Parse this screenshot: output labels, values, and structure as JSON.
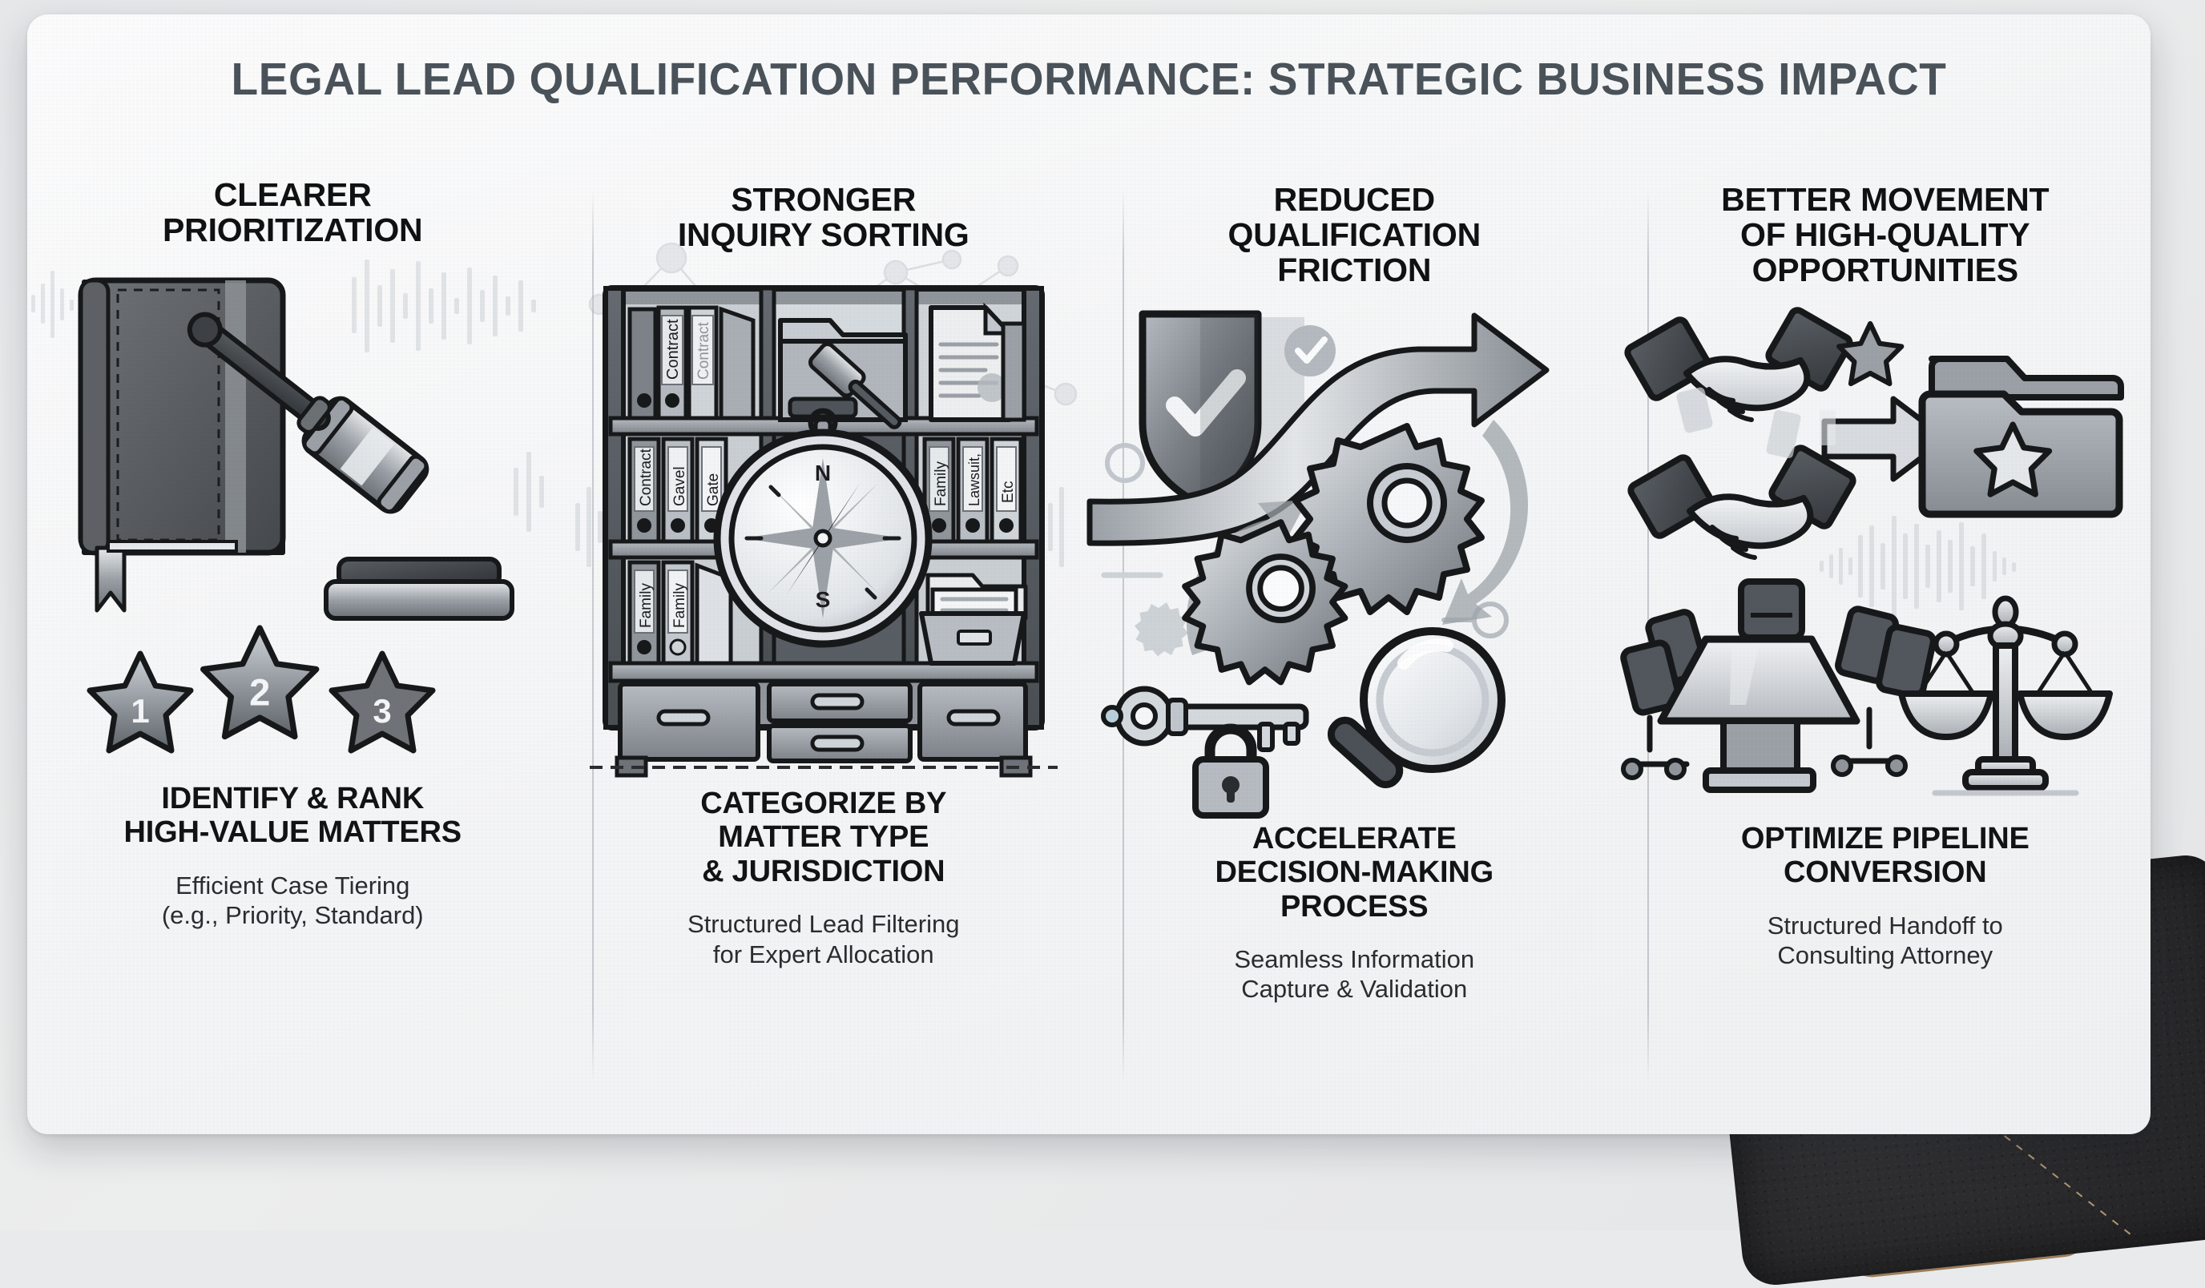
{
  "title": "LEGAL LEAD QUALIFICATION PERFORMANCE: STRATEGIC BUSINESS IMPACT",
  "colors": {
    "title": "#4a525a",
    "heading": "#101112",
    "caption": "#2a2d30",
    "card_bg": "#f7f8f9",
    "page_bg": "#e9eaec",
    "divider": "#a0a6af",
    "leather": "#2c2c2e",
    "stitch": "#c8a97e"
  },
  "columns": [
    {
      "heading": "CLEARER\nPRIORITIZATION",
      "subheading": "IDENTIFY & RANK\nHIGH-VALUE MATTERS",
      "caption": "Efficient Case Tiering\n(e.g., Priority, Standard)",
      "icons": [
        "leather-notebook-icon",
        "gavel-icon",
        "sound-block-icon",
        "star-rank-icon"
      ],
      "star_ranks": [
        "1",
        "2",
        "3"
      ]
    },
    {
      "heading": "STRONGER\nINQUIRY SORTING",
      "subheading": "CATEGORIZE BY\nMATTER TYPE\n& JURISDICTION",
      "caption": "Structured Lead Filtering\nfor Expert Allocation",
      "icons": [
        "bookcase-icon",
        "binder-icon",
        "folder-icon",
        "gavel-icon",
        "document-icon",
        "compass-icon",
        "drawer-icon"
      ],
      "binder_labels_shelf_top": [
        "Contract",
        "Contract"
      ],
      "binder_labels_shelf_mid_left": [
        "Contract",
        "Gavel",
        "Gate"
      ],
      "binder_labels_shelf_mid_right": [
        "Family",
        "Lawsuit,",
        "Etc"
      ],
      "binder_labels_shelf_low_left": [
        "Family",
        "Family"
      ],
      "compass_marks": [
        "N",
        "S"
      ]
    },
    {
      "heading": "REDUCED\nQUALIFICATION\nFRICTION",
      "subheading": "ACCELERATE\nDECISION-MAKING\nPROCESS",
      "caption": "Seamless Information\nCapture & Validation",
      "icons": [
        "shield-check-icon",
        "check-badge-icon",
        "flow-arrow-icon",
        "gear-icon",
        "small-gear-icon",
        "refresh-arrows-icon",
        "key-icon",
        "padlock-icon",
        "magnifier-icon"
      ]
    },
    {
      "heading": "BETTER MOVEMENT\nOF HIGH-QUALITY\nOPPORTUNITIES",
      "subheading": "OPTIMIZE PIPELINE\nCONVERSION",
      "caption": "Structured Handoff to\nConsulting Attorney",
      "icons": [
        "handshake-icon",
        "star-icon",
        "arrow-right-icon",
        "folder-star-icon",
        "conference-table-icon",
        "office-chair-icon",
        "scales-of-justice-icon"
      ]
    }
  ]
}
